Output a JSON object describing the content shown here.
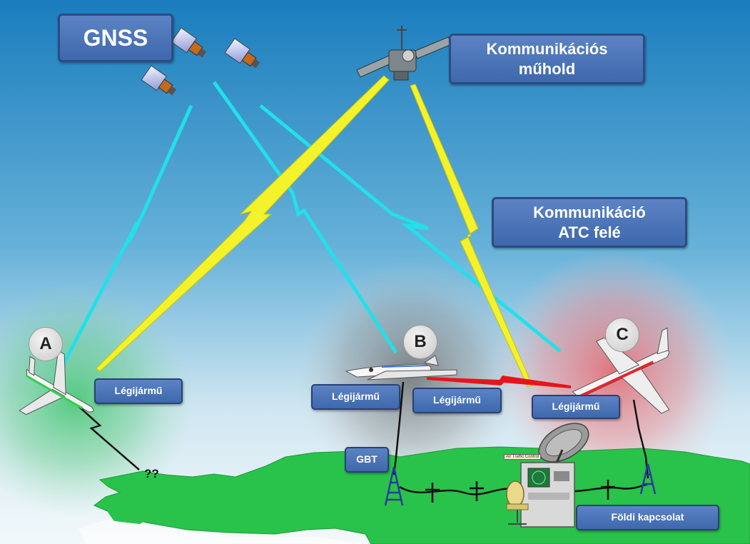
{
  "labels": {
    "gnss": "GNSS",
    "comm_satellite": [
      "Kommunikációs",
      "műhold"
    ],
    "comm_atc": [
      "Kommunikáció",
      "ATC felé"
    ],
    "aircraft_a": "Légijármű",
    "aircraft_b_left": "Légijármű",
    "aircraft_b_right": "Légijármű",
    "aircraft_c": "Légijármű",
    "gbt": "GBT",
    "ground_link": "Földi kapcsolat",
    "unknown": "??",
    "atc_sign": "Air Traffic Control"
  },
  "zones": {
    "a": "A",
    "b": "B",
    "c": "C"
  },
  "colors": {
    "sky_top": "#1a7dbd",
    "sky_bottom": "#f2f8fb",
    "gnss_link": "#22e0ea",
    "comm_link": "#f4f22a",
    "ground_land": "#29c24a",
    "zone_a": "#3fc56d",
    "zone_b": "#7a7a7a",
    "zone_c": "#e8636a",
    "box_fill": "#4a74b8",
    "box_border": "#2d4b83",
    "air_to_air_link": "#e8141b"
  },
  "icons": [
    "gnss-satellite-icon",
    "comm-satellite-icon",
    "aircraft-icon",
    "antenna-tower-icon",
    "radar-dish-icon",
    "atc-console-icon"
  ]
}
